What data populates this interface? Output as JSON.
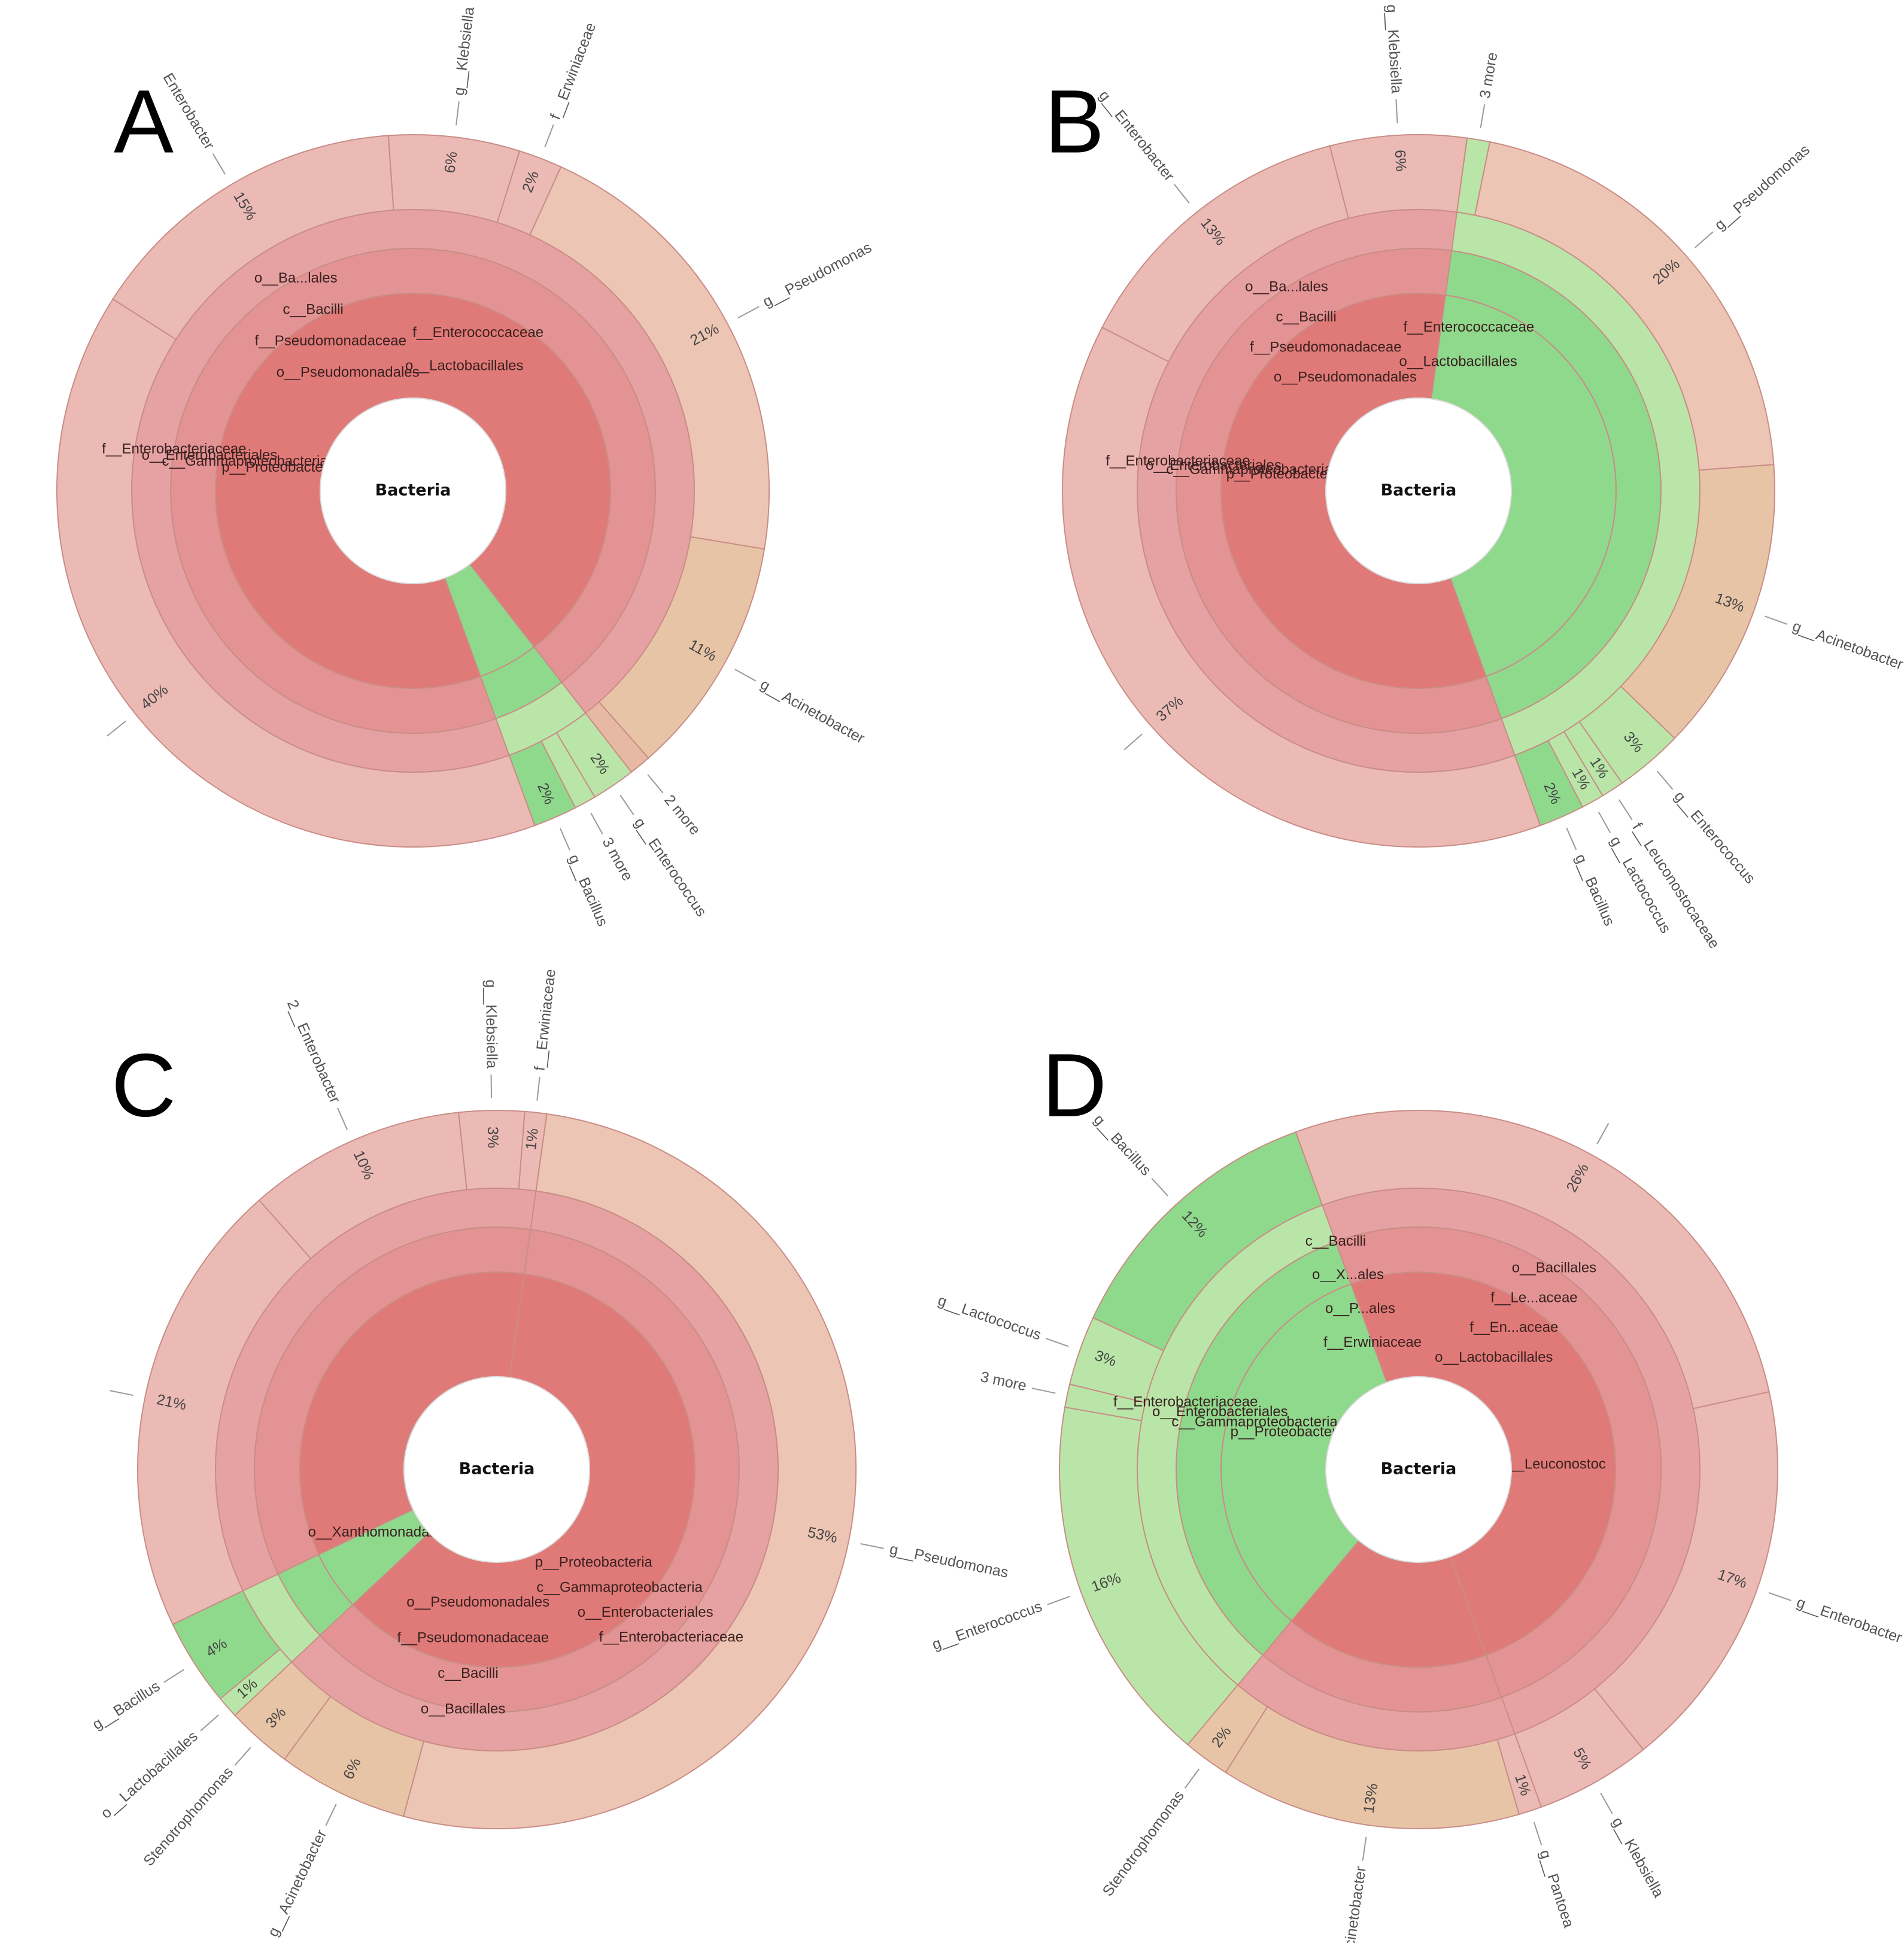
{
  "figure": {
    "panels": [
      "A",
      "B",
      "C",
      "D"
    ]
  },
  "colors": {
    "proteobacteria_ring_inner": "#e07a78",
    "proteobacteria_ring": "#e39393",
    "proteobacteria_outer": "#e8b0ab",
    "enterobacteriaceae_outer": "#ebbab5",
    "pseudomonadales": "#e7b8a3",
    "pseudomonadales_outer": "#edc5b4",
    "acinetobacter": "#e8c4a7",
    "firmicutes_dark": "#6fcf73",
    "firmicutes_mid": "#8fd98d",
    "firmicutes_light": "#b9e6a8",
    "stroke": "#c98d86"
  },
  "chart_data": [
    {
      "type": "sunburst",
      "panel": "A",
      "center": "Bacteria",
      "inner_labels": [
        "p__Proteobacteria",
        "c__Gammaproteobacteria",
        "o__Enterobacteriales",
        "f__Enterobacteriaceae",
        "o__Pseudomonadales",
        "f__Pseudomonadaceae",
        "c__Bacilli",
        "o__Ba...lales",
        "o__Lactobacillales",
        "f__Enterococcaceae"
      ],
      "slices": [
        {
          "label": "",
          "value": 40,
          "pct": "40%"
        },
        {
          "label": "Enterobacter",
          "value": 15,
          "pct": "15%"
        },
        {
          "label": "g__Klebsiella",
          "value": 6,
          "pct": "6%"
        },
        {
          "label": "f__Erwiniaceae",
          "value": 2,
          "pct": "2%"
        },
        {
          "label": "g__Pseudomonas",
          "value": 21,
          "pct": "21%"
        },
        {
          "label": "g__Acinetobacter",
          "value": 11,
          "pct": "11%"
        },
        {
          "label": "2 more",
          "value": 1,
          "pct": ""
        },
        {
          "label": "g__Enterococcus",
          "value": 2,
          "pct": "2%"
        },
        {
          "label": "3 more",
          "value": 1,
          "pct": ""
        },
        {
          "label": "g__Bacillus",
          "value": 2,
          "pct": "2%"
        }
      ]
    },
    {
      "type": "sunburst",
      "panel": "B",
      "center": "Bacteria",
      "inner_labels": [
        "p__Proteobacteria",
        "c__Gammaproteobacteria",
        "o__Enterobacteriales",
        "f__Enterobacteriaceae",
        "o__Pseudomonadales",
        "f__Pseudomonadaceae",
        "c__Bacilli",
        "o__Ba...lales",
        "o__Lactobacillales",
        "f__Enterococcaceae"
      ],
      "slices": [
        {
          "label": "",
          "value": 37,
          "pct": "37%"
        },
        {
          "label": "g__Enterobacter",
          "value": 13,
          "pct": "13%"
        },
        {
          "label": "g__Klebsiella",
          "value": 6,
          "pct": "6%"
        },
        {
          "label": "3 more",
          "value": 1,
          "pct": ""
        },
        {
          "label": "g__Pseudomonas",
          "value": 20,
          "pct": "20%"
        },
        {
          "label": "g__Acinetobacter",
          "value": 13,
          "pct": "13%"
        },
        {
          "label": "g__Enterococcus",
          "value": 3,
          "pct": "3%"
        },
        {
          "label": "f__Leuconostocaceae",
          "value": 1,
          "pct": "1%"
        },
        {
          "label": "g__Lactococcus",
          "value": 1,
          "pct": "1%"
        },
        {
          "label": "g__Bacillus",
          "value": 2,
          "pct": "2%"
        }
      ]
    },
    {
      "type": "sunburst",
      "panel": "C",
      "center": "Bacteria",
      "inner_labels": [
        "p__Proteobacteria",
        "c__Gammaproteobacteria",
        "o__Enterobacteriales",
        "f__Enterobacteriaceae",
        "o__Pseudomonadales",
        "f__Pseudomonadaceae",
        "c__Bacilli",
        "o__Bacillales",
        "o__Xanthomonadales"
      ],
      "slices": [
        {
          "label": "g__Pseudomonas",
          "value": 53,
          "pct": "53%"
        },
        {
          "label": "g__Acinetobacter",
          "value": 6,
          "pct": "6%"
        },
        {
          "label": "Stenotrophomonas",
          "value": 3,
          "pct": "3%"
        },
        {
          "label": "o__Lactobacillales",
          "value": 1,
          "pct": "1%"
        },
        {
          "label": "g__Bacillus",
          "value": 4,
          "pct": "4%"
        },
        {
          "label": "",
          "value": 21,
          "pct": "21%"
        },
        {
          "label": "2__Enterobacter",
          "value": 10,
          "pct": "10%"
        },
        {
          "label": "g__Klebsiella",
          "value": 3,
          "pct": "3%"
        },
        {
          "label": "f__Erwiniaceae",
          "value": 1,
          "pct": "1%"
        }
      ]
    },
    {
      "type": "sunburst",
      "panel": "D",
      "center": "Bacteria",
      "inner_labels": [
        "p__Proteobacteria",
        "c__Gammaproteobacteria",
        "o__Enterobacteriales",
        "f__Enterobacteriaceae",
        "f__Erwiniaceae",
        "o__P...ales",
        "o__X...ales",
        "c__Bacilli",
        "o__Lactobacillales",
        "f__En...aceae",
        "f__Le...aceae",
        "o__Bacillales",
        "g__Leuconostoc"
      ],
      "slices": [
        {
          "label": "g__Pantoea",
          "value": 1,
          "pct": "1%"
        },
        {
          "label": "g__Acinetobacter",
          "value": 13,
          "pct": "13%"
        },
        {
          "label": "Stenotrophomonas",
          "value": 2,
          "pct": "2%"
        },
        {
          "label": "g__Enterococcus",
          "value": 16,
          "pct": "16%"
        },
        {
          "label": "3 more",
          "value": 1,
          "pct": ""
        },
        {
          "label": "g__Lactococcus",
          "value": 3,
          "pct": "3%"
        },
        {
          "label": "g__Bacillus",
          "value": 12,
          "pct": "12%"
        },
        {
          "label": "",
          "value": 26,
          "pct": "26%"
        },
        {
          "label": "g__Enterobacter",
          "value": 17,
          "pct": "17%"
        },
        {
          "label": "g__Klebsiella",
          "value": 5,
          "pct": "5%"
        }
      ]
    }
  ]
}
